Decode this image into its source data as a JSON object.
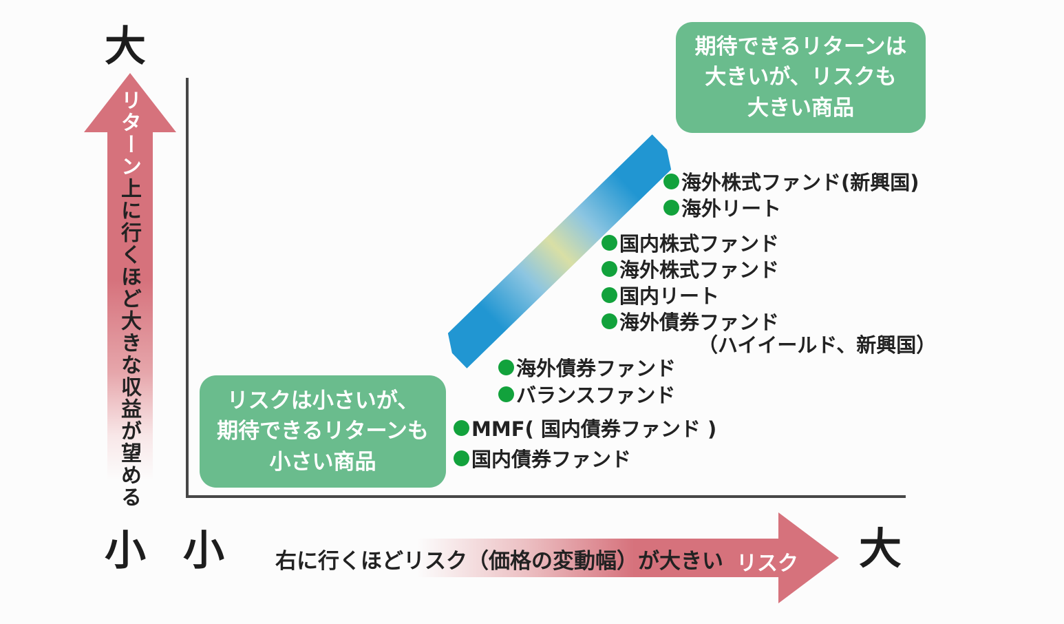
{
  "colors": {
    "rose_arrow": "#d6727c",
    "green_callout": "#6abc8d",
    "bullet_green": "#12a23c",
    "band_blue": "#2196d2",
    "band_light_blue": "#8cc5e1",
    "band_pale_green": "#d9dfa5",
    "axis": "#474747",
    "text": "#222222"
  },
  "return_axis": {
    "max_label": "大",
    "min_label": "小",
    "arrow_word": "リターン",
    "arrow_note": "上に行くほど大きな収益が望める"
  },
  "risk_axis": {
    "min_label": "小",
    "max_label": "大",
    "note": "右に行くほどリスク（価格の変動幅）が大きい",
    "arrow_word": "リスク"
  },
  "callouts": {
    "high": {
      "lines": [
        "期待できるリターンは",
        "大きいが、リスクも",
        "大きい商品"
      ]
    },
    "low": {
      "lines": [
        "リスクは小さいが、",
        "期待できるリターンも",
        "小さい商品"
      ]
    }
  },
  "funds": {
    "items": [
      {
        "label": "海外株式ファンド(新興国)"
      },
      {
        "label": "海外リート"
      },
      {
        "label": "国内株式ファンド"
      },
      {
        "label": "海外株式ファンド"
      },
      {
        "label": "国内リート"
      },
      {
        "label": "海外債券ファンド"
      },
      {
        "label": "海外債券ファンド"
      },
      {
        "label": "バランスファンド"
      },
      {
        "label": "MMF( 国内債券ファンド )"
      },
      {
        "label": "国内債券ファンド"
      }
    ],
    "subnote": "（ハイイールド、新興国）"
  }
}
